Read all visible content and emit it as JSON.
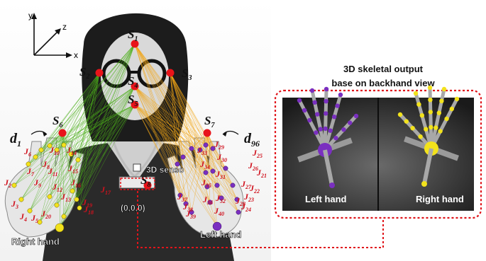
{
  "axes": {
    "y": "y",
    "z": "z",
    "x": "x"
  },
  "sensor_points": [
    {
      "key": "s1",
      "text": "S",
      "sub": "1"
    },
    {
      "key": "s2",
      "text": "S",
      "sub": "2"
    },
    {
      "key": "s3",
      "text": "S",
      "sub": "3"
    },
    {
      "key": "s4",
      "text": "S",
      "sub": "4"
    },
    {
      "key": "s5",
      "text": "S",
      "sub": "5"
    },
    {
      "key": "s6",
      "text": "S",
      "sub": "6"
    },
    {
      "key": "s7",
      "text": "S",
      "sub": "7"
    },
    {
      "key": "s8",
      "text": "S",
      "sub": "8"
    }
  ],
  "distances": {
    "first": {
      "text": "d",
      "sub": "1"
    },
    "last": {
      "text": "d",
      "sub": "96"
    }
  },
  "sensor_label": "3D senso",
  "origin_label": "(0,0,0)",
  "right_hand_label": "Right hand",
  "left_hand_label": "Left hand",
  "right_joint_subs": [
    "2",
    "3",
    "4",
    "5",
    "6",
    "7",
    "8",
    "9",
    "10",
    "11",
    "12",
    "13",
    "14",
    "15",
    "16",
    "17",
    "18",
    "19",
    "20"
  ],
  "left_joint_subs": [
    "21",
    "22",
    "23",
    "24",
    "25",
    "26",
    "27",
    "28",
    "29",
    "30",
    "31",
    "32",
    "33",
    "34",
    "35",
    "36",
    "37",
    "38",
    "39",
    "40"
  ],
  "panel": {
    "title_line1": "3D skeletal output",
    "title_line2": "base on backhand view",
    "left_label": "Left hand",
    "right_label": "Right hand"
  },
  "colors": {
    "marker": "#e8141a",
    "joint_label": "#d0121e",
    "green_line": "#4caf1a",
    "orange_line": "#f0a516",
    "dashed": "#e0141a",
    "purple": "#7a2fc0",
    "yellow": "#f2e21c"
  }
}
